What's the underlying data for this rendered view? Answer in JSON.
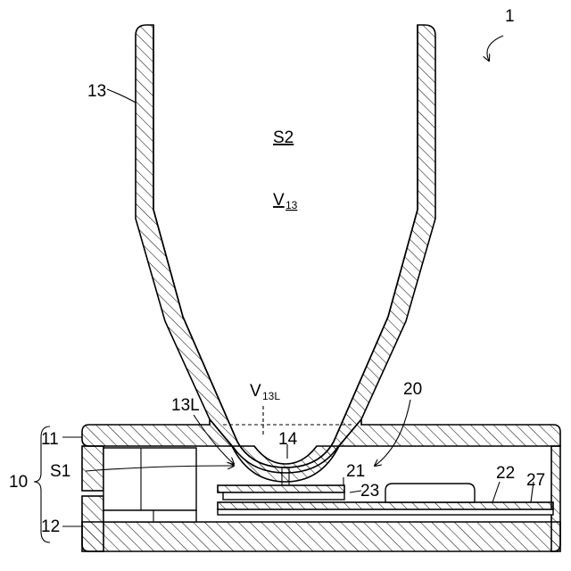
{
  "labels": {
    "device": "1",
    "nozzle": "13",
    "space_s2": "S2",
    "volume_v": "V",
    "volume_v_sub": "13",
    "v13l": "V",
    "v13l_sub": "13L",
    "tip": "13L",
    "base": "20",
    "hole": "14",
    "top_plate": "11",
    "housing": "10",
    "space_s1": "S1",
    "bottom_plate": "12",
    "part21": "21",
    "part23": "23",
    "part22": "22",
    "part27": "27"
  }
}
